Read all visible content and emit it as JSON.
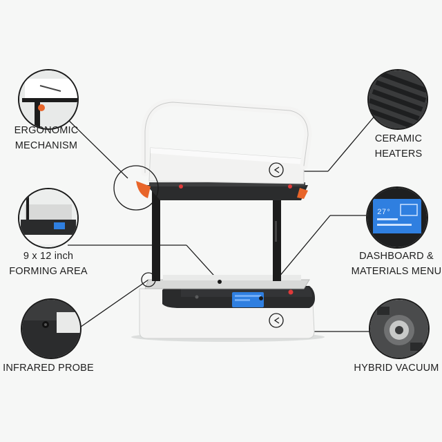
{
  "features": {
    "ergonomic": {
      "line1": "ERGONOMIC",
      "line2": "MECHANISM"
    },
    "ceramic": {
      "line1": "CERAMIC",
      "line2": "HEATERS"
    },
    "forming": {
      "line1": "9 x 12 inch",
      "line2": "FORMING AREA"
    },
    "dashboard": {
      "line1": "DASHBOARD &",
      "line2": "MATERIALS MENU"
    },
    "infrared": {
      "line1": "INFRARED PROBE"
    },
    "vacuum": {
      "line1": "HYBRID VACUUM"
    }
  },
  "colors": {
    "accent_orange": "#e8652a",
    "screen_blue": "#2f7fe0",
    "machine_white": "#f4f4f3",
    "frame_black": "#1c1c1c"
  }
}
